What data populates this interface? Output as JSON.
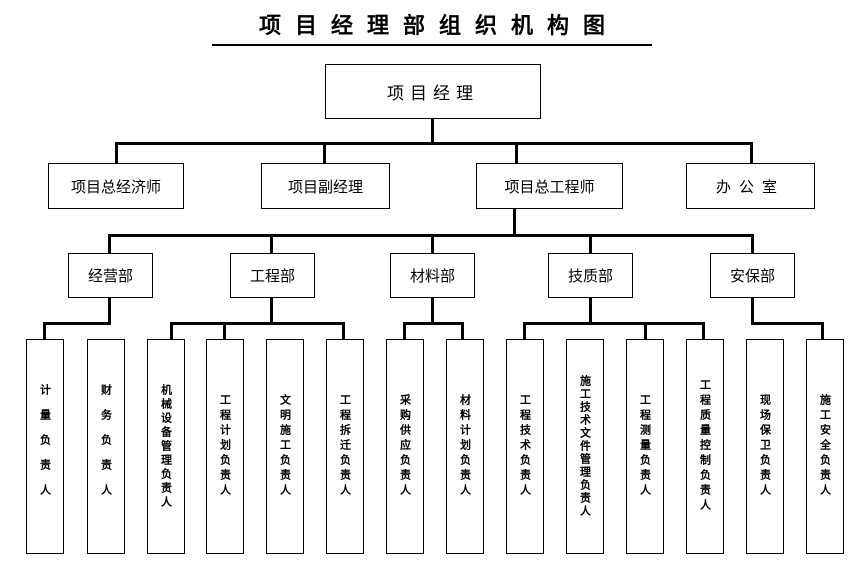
{
  "title": "项目经理部组织机构图",
  "root": "项目经理",
  "level2": [
    "项目总经济师",
    "项目副经理",
    "项目总工程师",
    "办公室"
  ],
  "departments": [
    {
      "name": "经营部",
      "roles": [
        "计量负责人",
        "财务负责人"
      ]
    },
    {
      "name": "工程部",
      "roles": [
        "机械设备管理负责人",
        "工程计划负责人",
        "文明施工负责人",
        "工程拆迁负责人"
      ]
    },
    {
      "name": "材料部",
      "roles": [
        "采购供应负责人",
        "材料计划负责人"
      ]
    },
    {
      "name": "技质部",
      "roles": [
        "工程技术负责人",
        "施工技术文件管理负责人",
        "工程测量负责人",
        "工程质量控制负责人"
      ]
    },
    {
      "name": "安保部",
      "roles": [
        "现场保卫负责人",
        "施工安全负责人"
      ]
    }
  ]
}
